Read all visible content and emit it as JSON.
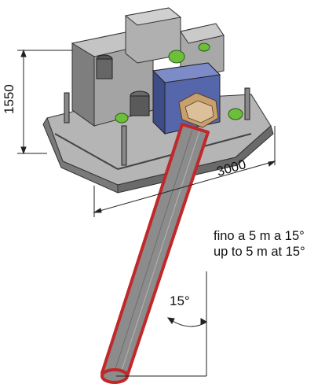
{
  "dimensions": {
    "height_label": "1550",
    "width_label": "3000",
    "angle_label": "15°"
  },
  "notes": {
    "italian": "fino a 5 m a 15°",
    "english": "up to 5 m at 15°"
  },
  "colors": {
    "blade_outline": "#c0282a",
    "blade_fill": "#8c8c8c",
    "machine_body": "#9a9a9a",
    "motor_blue": "#5566aa",
    "accent_green": "#6dbf3a",
    "hub_tan": "#c8a070"
  }
}
